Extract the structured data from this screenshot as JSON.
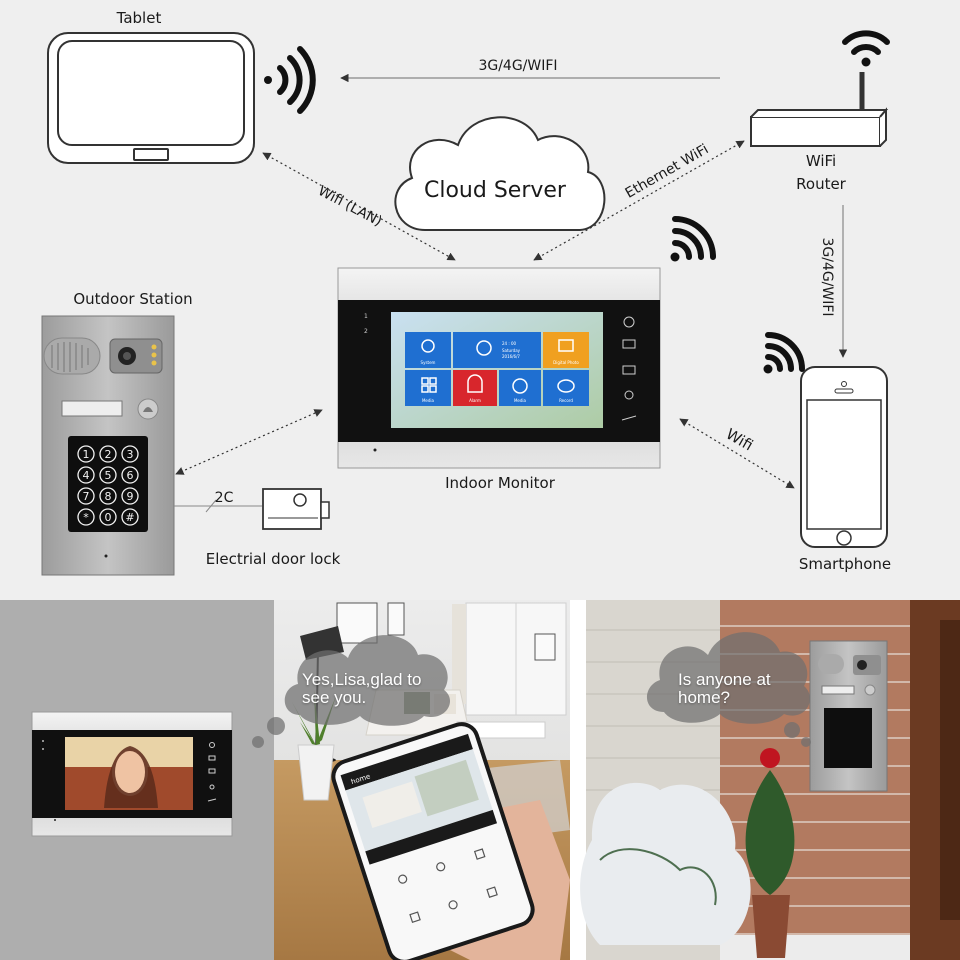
{
  "diagram": {
    "devices": {
      "tablet": "Tablet",
      "router_line1": "WiFi",
      "router_line2": "Router",
      "cloud": "Cloud Server",
      "outdoor": "Outdoor Station",
      "indoor": "Indoor Monitor",
      "lock": "Electrial door lock",
      "smartphone": "Smartphone"
    },
    "links": {
      "router_tablet": "3G/4G/WIFI",
      "tablet_monitor": "Wifi (LAN)",
      "router_monitor": "Ethernet WiFi",
      "router_phone": "3G/4G/WIFI",
      "monitor_phone": "Wifi",
      "outdoor_lock": "2C"
    },
    "monitor_ui": {
      "tiles": [
        "System",
        "Saturday",
        "Digital Photo",
        "Media",
        "Alarm",
        "Media",
        "Record"
      ],
      "time": "24 : 00",
      "date": "2016/6/7",
      "side_numbers": [
        "1",
        "2"
      ]
    },
    "keypad": [
      "1",
      "2",
      "3",
      "4",
      "5",
      "6",
      "7",
      "8",
      "9",
      "*",
      "0",
      "#"
    ]
  },
  "scenes": {
    "left_bubble": [
      "Yes,Lisa,glad to",
      "see you."
    ],
    "right_bubble": [
      "Is anyone at",
      "home?"
    ],
    "app_header": "home"
  },
  "colors": {
    "background": "#efefef",
    "line": "#3a3a3a",
    "tile_blue": "#1f6fd1",
    "tile_red": "#d8262c",
    "tile_orange": "#f0a020"
  }
}
